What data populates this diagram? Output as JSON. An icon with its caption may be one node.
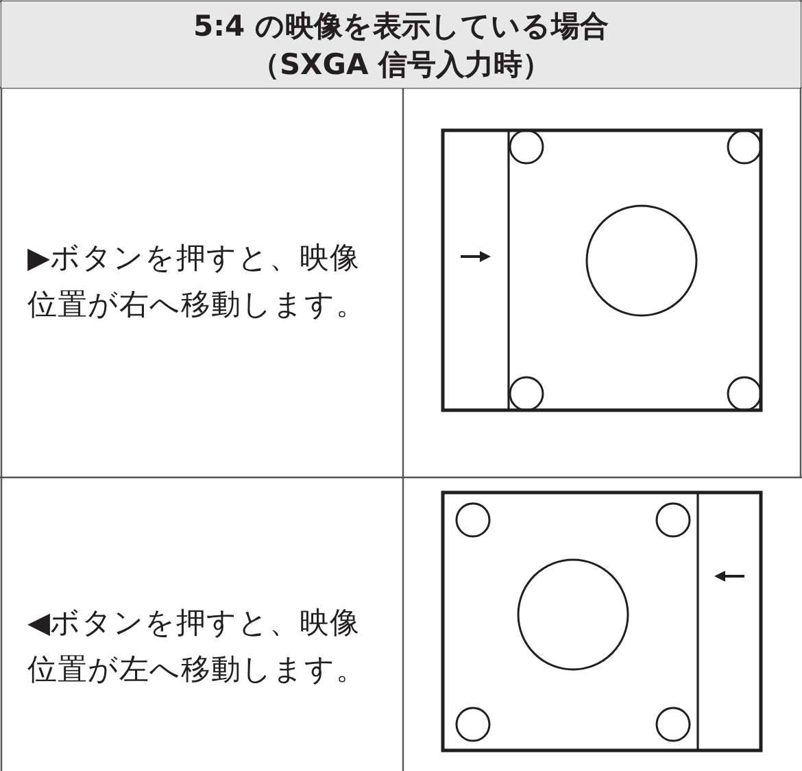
{
  "diagram": {
    "title": "5:4 の映像を表示している場合（SXGA 信号入力時）",
    "labels": [
      "▶ボタンを押すと、映像位置が右へ移動します。",
      "◀ボタンを押すと、映像位置が左へ移動します。"
    ]
  }
}
